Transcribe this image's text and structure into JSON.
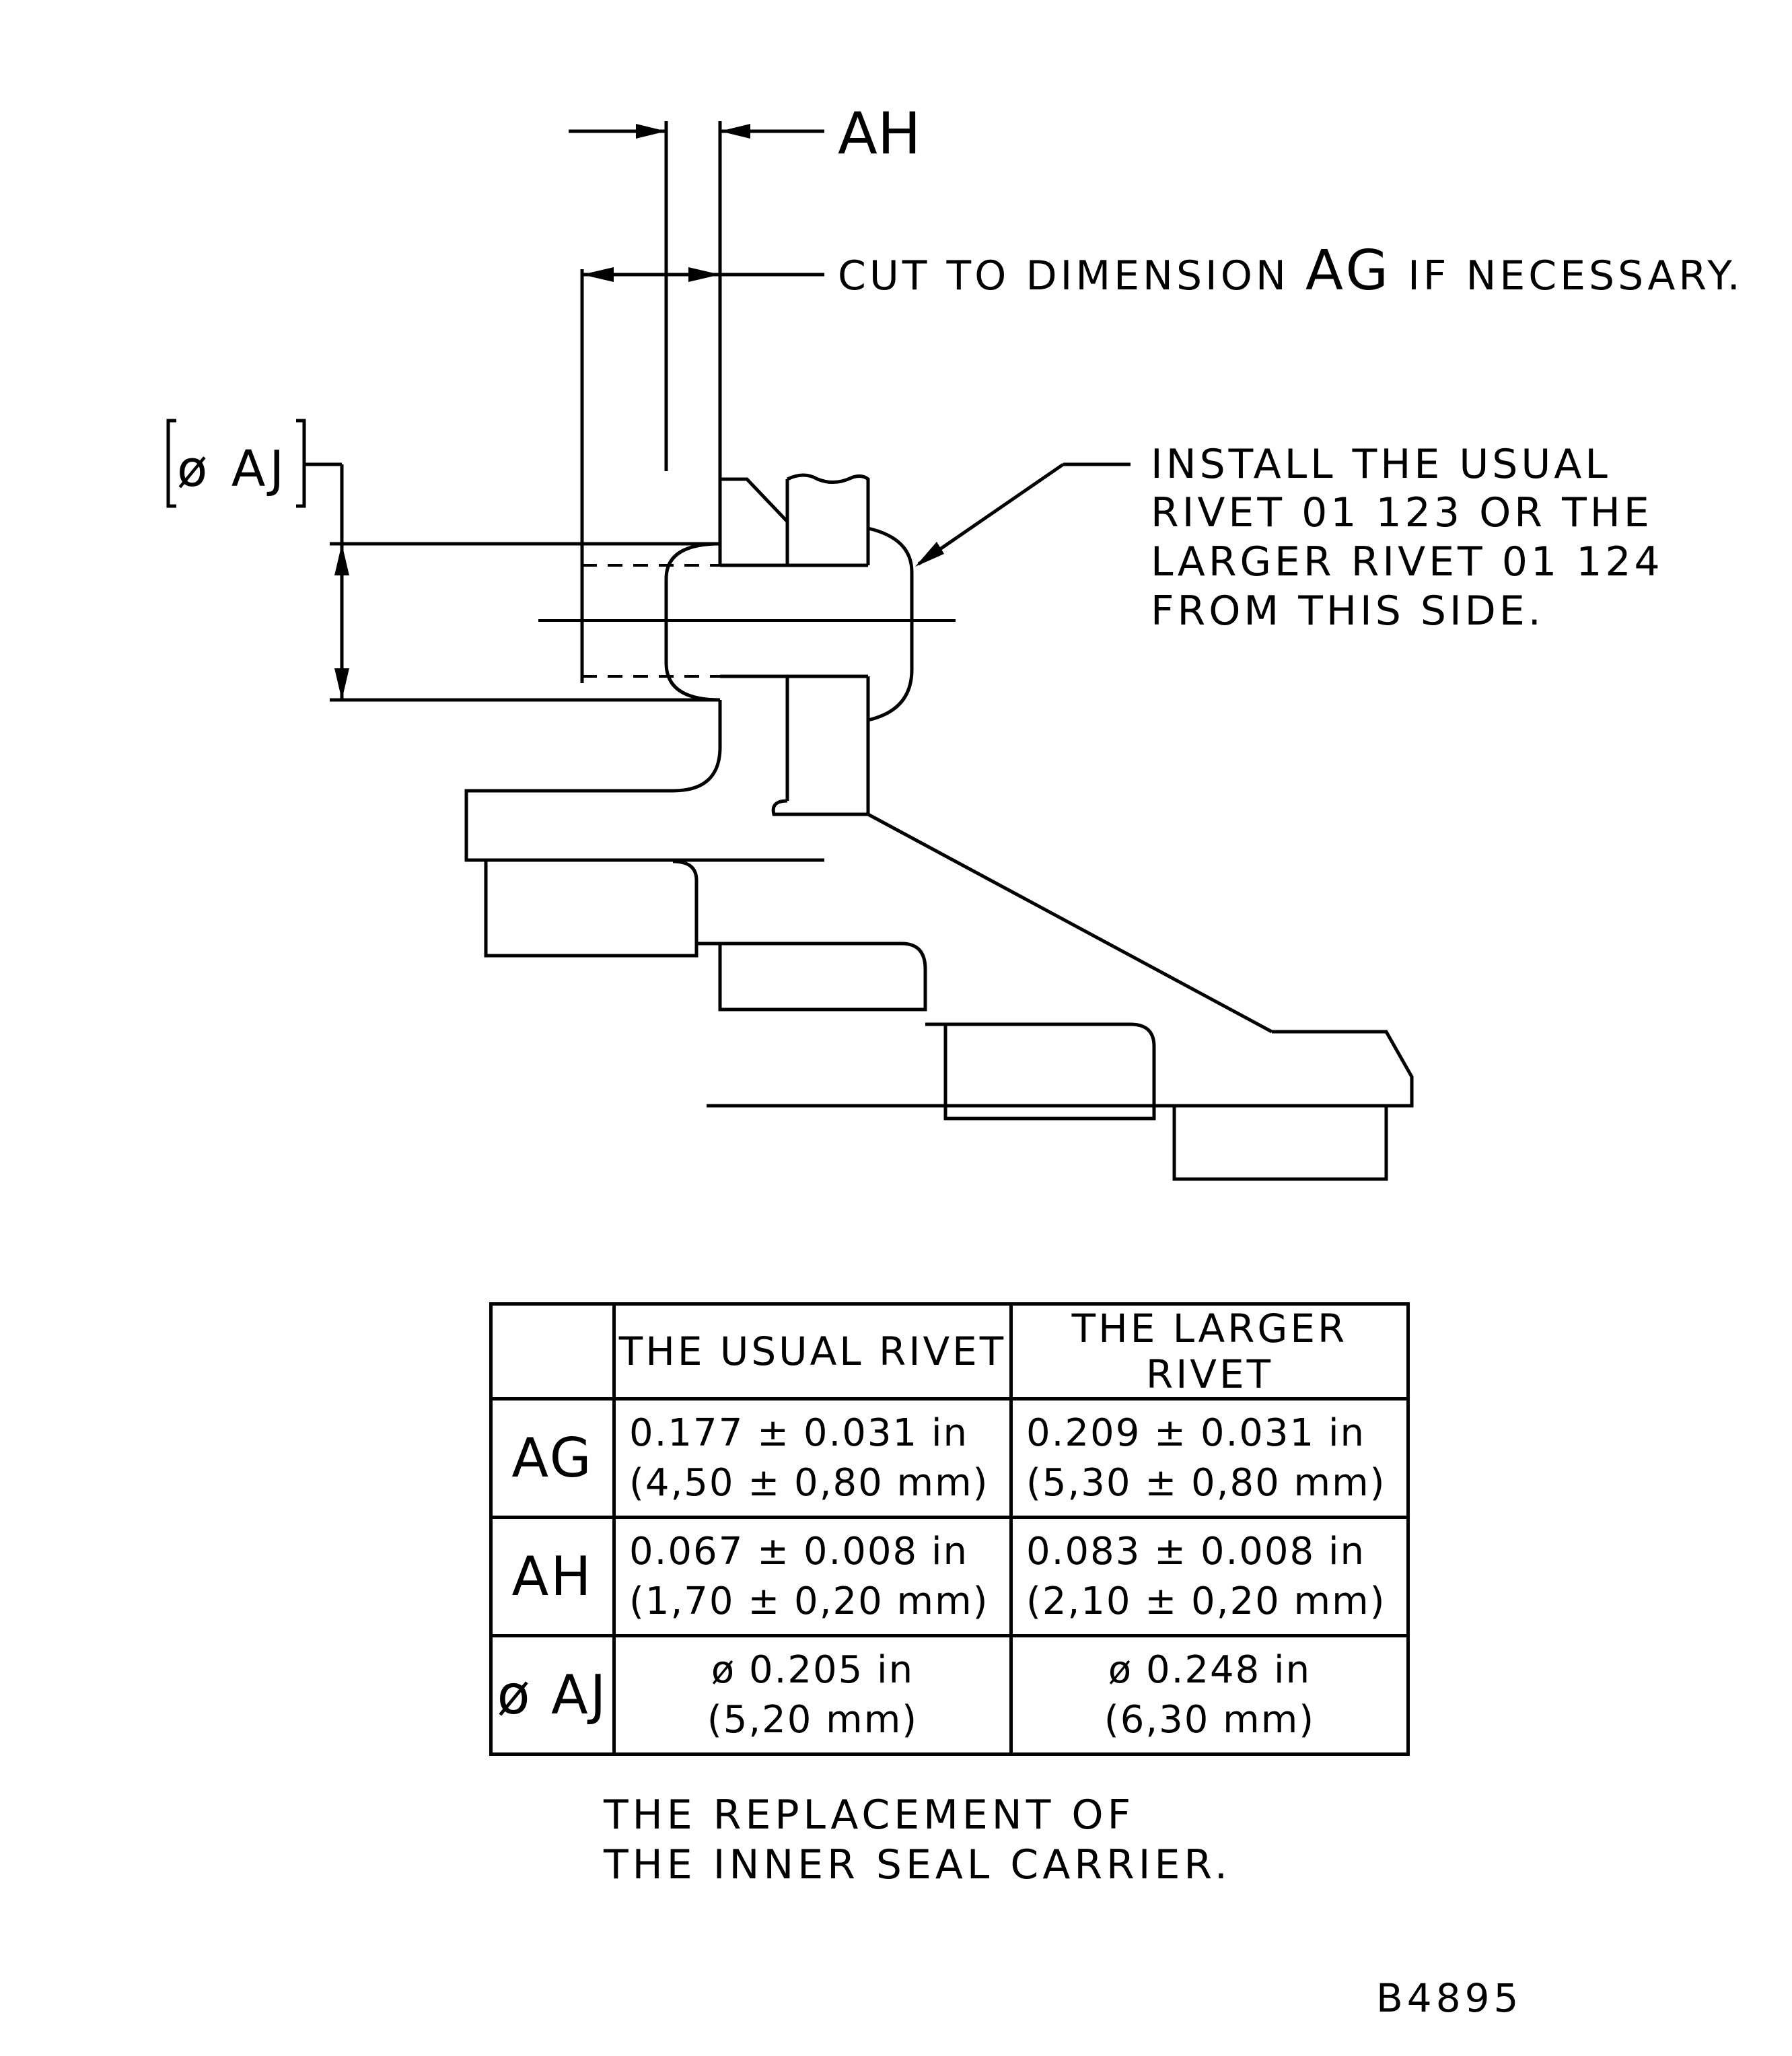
{
  "labels": {
    "ah_dim": "AH",
    "cut_text_before": "CUT TO DIMENSION ",
    "cut_text_ag": "AG",
    "cut_text_after": " IF NECESSARY.",
    "aj_box": "ø AJ",
    "install_lines": [
      "INSTALL THE USUAL",
      "RIVET 01 123 OR THE",
      "LARGER RIVET 01 124",
      "FROM THIS SIDE."
    ]
  },
  "table": {
    "headers": [
      "",
      "THE USUAL RIVET",
      "THE LARGER RIVET"
    ],
    "rows": [
      {
        "key": "AG",
        "usual": [
          "0.177 ± 0.031 in",
          "(4,50 ± 0,80 mm)"
        ],
        "larger": [
          "0.209 ± 0.031 in",
          "(5,30 ± 0,80 mm)"
        ]
      },
      {
        "key": "AH",
        "usual": [
          "0.067 ± 0.008 in",
          "(1,70 ± 0,20 mm)"
        ],
        "larger": [
          "0.083 ± 0.008 in",
          "(2,10 ± 0,20 mm)"
        ]
      },
      {
        "key": "ø AJ",
        "usual": [
          "ø 0.205 in",
          "(5,20 mm)"
        ],
        "larger": [
          "ø 0.248 in",
          "(6,30 mm)"
        ]
      }
    ]
  },
  "caption": [
    "THE REPLACEMENT OF",
    "THE INNER SEAL CARRIER."
  ],
  "figure_code": "B4895"
}
